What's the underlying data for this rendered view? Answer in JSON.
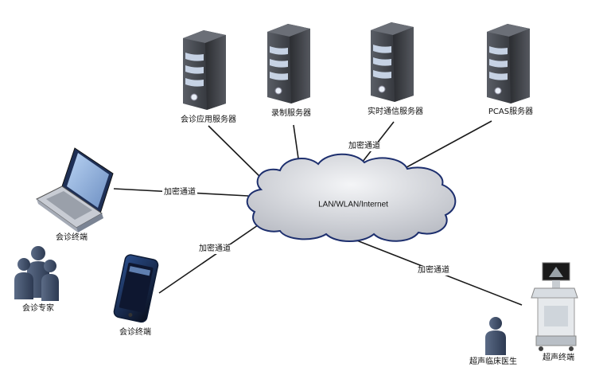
{
  "network": {
    "label": "LAN/WLAN/Internet"
  },
  "servers": [
    {
      "id": "consult-app",
      "label": "会诊应用服务器"
    },
    {
      "id": "record",
      "label": "录制服务器"
    },
    {
      "id": "realtime-comm",
      "label": "实时通信服务器"
    },
    {
      "id": "pcas",
      "label": "PCAS服务器"
    }
  ],
  "devices": {
    "laptop": {
      "label": "会诊终端"
    },
    "phone": {
      "label": "会诊终端"
    },
    "experts": {
      "label": "会诊专家"
    },
    "doctor": {
      "label": "超声临床医生"
    },
    "ultrasound": {
      "label": "超声终端"
    }
  },
  "channels": {
    "realtime": "加密通道",
    "laptop": "加密通道",
    "phone": "加密通道",
    "ultrasound": "加密通道"
  },
  "colors": {
    "server_dark": "#3c3f45",
    "server_stripe": "#b9c6da",
    "cloud_fill": "#d7d9de",
    "cloud_stroke": "#1d2f6e",
    "link": "#1a1a1a"
  }
}
